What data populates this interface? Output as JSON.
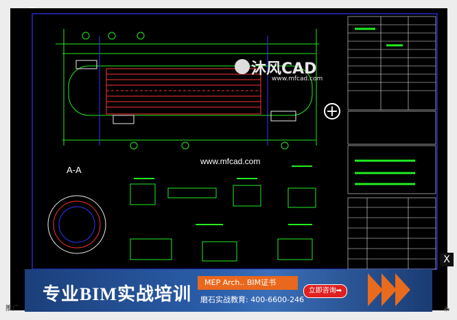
{
  "watermark": {
    "brand": "沐风CAD",
    "domain": "www.mfcad.com"
  },
  "drawing": {
    "site_text": "www.mfcad.com",
    "section_label": "A-A"
  },
  "controls": {
    "zoom_symbol": "+",
    "close_symbol": "X"
  },
  "ad": {
    "title": "专业BIM实战培训",
    "orange_line": "MEP Arch.. BIM证书",
    "sub_line": "磨石实战教育: 400-6600-246",
    "cta": "立即咨询➡"
  },
  "promo_tag": "推广",
  "colors": {
    "drawing_bg": "#000000",
    "line_green": "#22ee22",
    "line_red": "#ff3333",
    "line_blue": "#3333ff",
    "ad_orange": "#e9681d"
  },
  "icons": [
    "app-logo-icon",
    "zoom-in-icon",
    "close-icon",
    "paw-icon"
  ]
}
